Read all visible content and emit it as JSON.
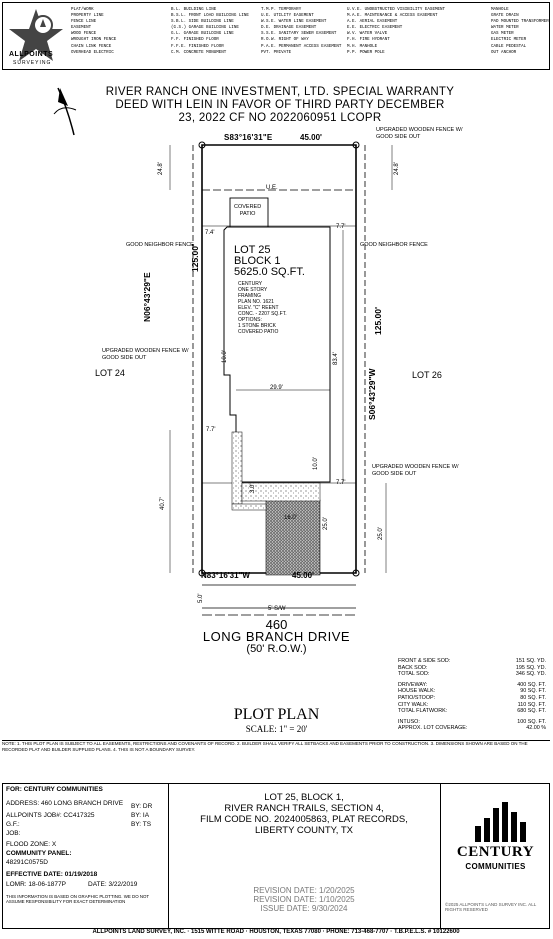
{
  "company": {
    "logo_text": "ALLPOINTS",
    "logo_sub": "SURVEYING"
  },
  "legend": {
    "col1": [
      "PLAT/WORK",
      "PROPERTY LINE",
      "FENCE LINE",
      "EASEMENT",
      "WOOD FENCE",
      "WROUGHT IRON FENCE",
      "CHAIN LINK FENCE",
      "OVERHEAD ELECTRIC"
    ],
    "col2": [
      "B.L. BUILDING LINE",
      "B.S.L. FRONT LOAD BUILDING LINE",
      "S.B.L. SIDE BUILDING LINE",
      "(G.S.) GARAGE BUILDING LINE",
      "G.L. GARAGE BUILDING LINE",
      "F.F. FINISHED FLOOR",
      "F.F.E. FINISHED FLOOR",
      "C.M. CONCRETE MONUMENT"
    ],
    "col3": [
      "T.M.P. TEMPORARY",
      "U.E. UTILITY EASEMENT",
      "W.S.E. WATER LINE EASEMENT",
      "D.E. DRAINAGE EASEMENT",
      "S.S.E. SANITARY SEWER EASEMENT",
      "R.O.W. RIGHT OF WAY",
      "P.A.E. PERMANENT ACCESS EASEMENT",
      "PVT. PRIVATE"
    ],
    "col4": [
      "U.V.E. UNOBSTRUCTED VISIBILITY EASEMENT",
      "M.A.E. MAINTENANCE & ACCESS EASEMENT",
      "A.E. AERIAL EASEMENT",
      "E.E. ELECTRIC EASEMENT",
      "W.V. WATER VALVE",
      "F.H. FIRE HYDRANT",
      "M.H. MANHOLE",
      "P.P. POWER POLE"
    ],
    "col5": [
      "MANHOLE",
      "GRATE DRAIN",
      "PAD MOUNTED TRANSFORMER",
      "WATER METER",
      "GAS METER",
      "ELECTRIC METER",
      "CABLE PEDESTAL",
      "OUT ANCHOR"
    ]
  },
  "header_note": {
    "line1": "RIVER RANCH ONE INVESTMENT, LTD. SPECIAL WARRANTY",
    "line2": "DEED WITH LEIN IN FAVOR OF THIRD PARTY DECEMBER",
    "line3": "23, 2022 CF NO 2022060951 LCOPR"
  },
  "plan": {
    "north_bearing": "S83°16'31\"E",
    "north_distance": "45.00'",
    "south_bearing": "N83°16'31\"W",
    "south_distance": "45.00'",
    "west_bearing": "N06°43'29\"E",
    "west_distance": "125.00'",
    "east_bearing": "S06°43'29\"W",
    "east_distance": "125.00'",
    "lot": "LOT 25",
    "block": "BLOCK 1",
    "area": "5625.0 SQ.FT.",
    "house_desc": [
      "CENTURY",
      "ONE STORY",
      "FRAMING",
      "PLAN NO. 1621",
      "ELEV. \"C\" REENT",
      "CONC. - 2207 SQ.FT.",
      "OPTIONS:",
      "1 STONE BRICK",
      "COVERED PATIO"
    ],
    "covered_patio": "COVERED\nPATIO",
    "ue": "U.E.",
    "lot_left": "LOT 24",
    "lot_right": "LOT 26",
    "fence_upgraded": "UPGRADED WOODEN FENCE W/ GOOD SIDE OUT",
    "fence_good": "GOOD NEIGHBOR FENCE",
    "dim_24_8_left": "24.8'",
    "dim_24_8_right": "24.8'",
    "dim_7_4": "7.4'",
    "dim_7_7a": "7.7'",
    "dim_7_7b": "7.7'",
    "dim_7_7c": "7.7'",
    "dim_83_4": "83.4'",
    "dim_29_9": "29.9'",
    "dim_10_0a": "10.0'",
    "dim_10_0b": "10.0'",
    "dim_40_7": "40.7'",
    "dim_25_0a": "25.0'",
    "dim_25_0b": "25.0'",
    "dim_16_0": "16.0'",
    "dim_5_0": "5.0'",
    "dim_3_0": "3.0'",
    "sidewalk": "5' S/W",
    "street_no": "460",
    "street_name": "LONG BRANCH DRIVE",
    "row": "(50' R.O.W.)"
  },
  "title": {
    "main": "PLOT PLAN",
    "scale": "SCALE: 1\" = 20'"
  },
  "quantities": [
    {
      "k": "FRONT & SIDE SOD:",
      "v": "151 SQ. YD."
    },
    {
      "k": "BACK SOD:",
      "v": "195 SQ. YD."
    },
    {
      "k": "TOTAL SOD:",
      "v": "346 SQ. YD."
    },
    {
      "k": "DRIVEWAY:",
      "v": "400 SQ. FT."
    },
    {
      "k": "HOUSE WALK:",
      "v": "90 SQ. FT."
    },
    {
      "k": "PATIO/STOOP:",
      "v": "80 SQ. FT."
    },
    {
      "k": "CITY WALK:",
      "v": "110 SQ. FT."
    },
    {
      "k": "TOTAL FLATWORK:",
      "v": "680 SQ. FT."
    },
    {
      "k": "INTUSO:",
      "v": "100 SQ. FT."
    },
    {
      "k": "APPROX. LOT COVERAGE:",
      "v": "42.00 %"
    }
  ],
  "notes": "NOTE: 1. THIS PLOT PLAN IS SUBJECT TO ALL EASEMENTS, RESTRICTIONS AND COVENANTS OF RECORD. 2. BUILDER SHALL VERIFY ALL SETBACKS AND EASEMENTS PRIOR TO CONSTRUCTION. 3. DIMENSIONS SHOWN ARE BASED ON THE RECORDED PLAT AND BUILDER SUPPLIED PLANS. 4. THIS IS NOT A BOUNDARY SURVEY.",
  "title_block": {
    "for": "FOR:  CENTURY COMMUNITIES",
    "address": "ADDRESS: 460 LONG BRANCH DRIVE",
    "job_no": "ALLPOINTS JOB#: CC417325",
    "gf": "G.F.:",
    "job": "JOB:",
    "by_dr": "BY: DR",
    "by_ia": "BY: IA",
    "by_ts": "BY: TS",
    "flood": "FLOOD ZONE: X",
    "panel_label": "COMMUNITY PANEL:",
    "panel": "48291C0575D",
    "effective": "EFFECTIVE DATE: 01/19/2018",
    "lomr": "LOMR: 18-06-1877P",
    "date": "DATE: 3/22/2019",
    "disclaimer": "THIS INFORMATION IS BASED ON GRAPHIC PLOTTING. WE DO NOT ASSUME RESPONSIBILITY FOR EXACT DETERMINATION",
    "legal1": "LOT 25, BLOCK 1,",
    "legal2": "RIVER RANCH TRAILS, SECTION 4,",
    "legal3": "FILM CODE NO. 2024005863, PLAT RECORDS,",
    "legal4": "LIBERTY COUNTY, TX",
    "rev1": "REVISION DATE: 1/20/2025",
    "rev2": "REVISION DATE: 1/10/2025",
    "rev3": "ISSUE DATE: 9/30/2024",
    "brand1": "CENTURY",
    "brand2": "COMMUNITIES",
    "copyright": "©2025 ALLPOINTS LAND SURVEY INC. ALL RIGHTS RESERVED"
  },
  "footer": "ALLPOINTS LAND SURVEY, INC. · 1515 WITTE ROAD · HOUSTON, TEXAS 77080 · PHONE: 713-468-7707 · T.B.P.E.L.S. # 10122600"
}
